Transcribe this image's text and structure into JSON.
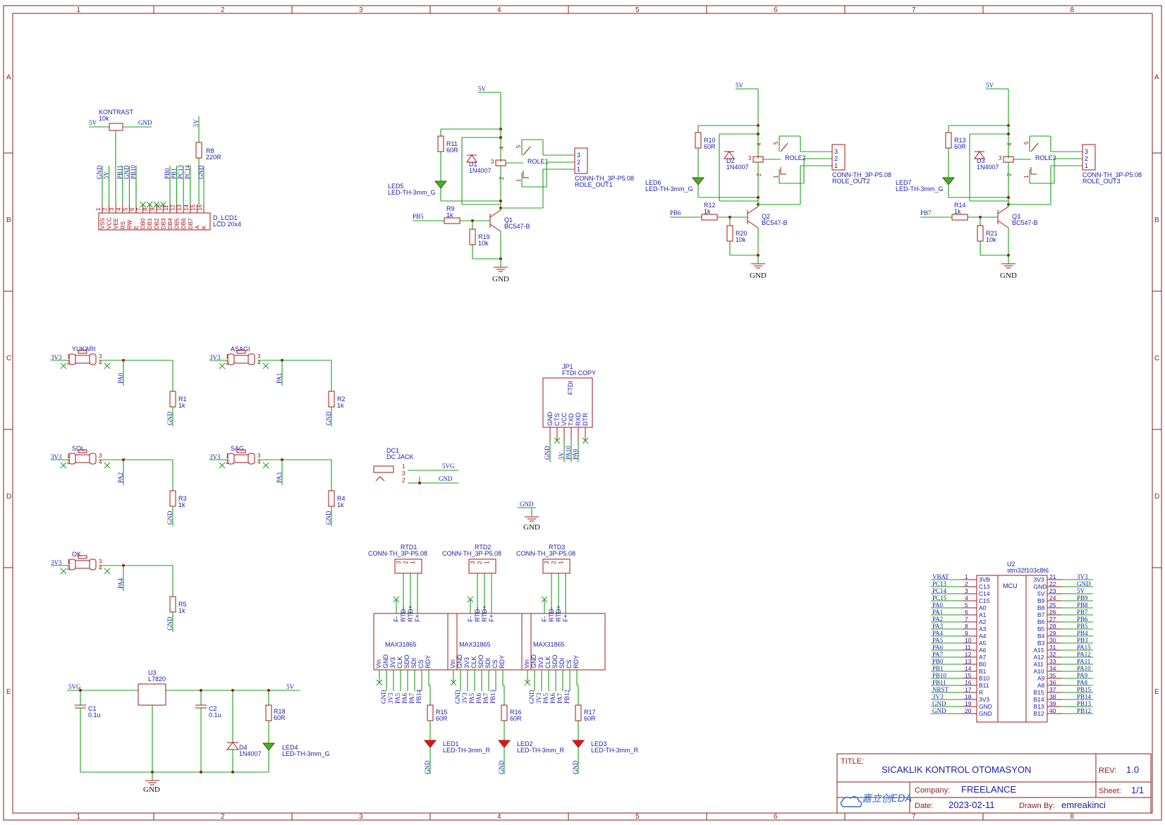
{
  "sheet": {
    "columns": [
      "1",
      "2",
      "3",
      "4",
      "5",
      "6",
      "7",
      "8"
    ],
    "rows": [
      "A",
      "B",
      "C",
      "D",
      "E"
    ]
  },
  "title_block": {
    "title_label": "TITLE:",
    "title": "SICAKLIK KONTROL OTOMASYON",
    "rev_label": "REV:",
    "rev": "1.0",
    "company_label": "Company:",
    "company": "FREELANCE",
    "sheet_label": "Sheet:",
    "sheet": "1/1",
    "date_label": "Date:",
    "date": "2023-02-11",
    "drawn_label": "Drawn By:",
    "drawn_by": "emreakinci",
    "logo": "嘉立创EDA"
  },
  "nets": {
    "v5": "5V",
    "v5g": "5VG",
    "v3": "3V3",
    "gnd": "GND"
  },
  "lcd": {
    "kontrast_name": "KONTRAST",
    "kontrast_val": "10k",
    "r8_name": "R8",
    "r8_val": "220R",
    "name": "D_LCD1",
    "part": "LCD 20x4",
    "pins": [
      "VSS",
      "VCC",
      "VEE",
      "RS",
      "RW",
      "E",
      "DB0",
      "DB1",
      "DB2",
      "DB3",
      "DB4",
      "DB5",
      "DB6",
      "DB7",
      "A",
      "K"
    ],
    "nets": [
      "GND",
      "5V",
      "",
      "PB11",
      "GND",
      "PB10",
      "",
      "",
      "",
      "",
      "PB0",
      "PB1",
      "PC13",
      "PC14",
      "",
      "GND"
    ]
  },
  "relays": [
    {
      "r_top": "R11",
      "r_top_val": "60R",
      "d": "D1",
      "d_part": "1N4007",
      "led": "LED5",
      "led_part": "LED-TH-3mm_G",
      "rly": "ROLE1",
      "rb": "R9",
      "rb_val": "1k",
      "rb_net": "PB5",
      "rpd": "R19",
      "rpd_val": "10k",
      "q": "Q1",
      "q_part": "BC547-B",
      "conn": "CONN-TH_3P-P5.08",
      "out": "ROLE_OUT1"
    },
    {
      "r_top": "R10",
      "r_top_val": "60R",
      "d": "D2",
      "d_part": "1N4007",
      "led": "LED6",
      "led_part": "LED-TH-3mm_G",
      "rly": "ROLE2",
      "rb": "R12",
      "rb_val": "1k",
      "rb_net": "PB6",
      "rpd": "R20",
      "rpd_val": "10k",
      "q": "Q2",
      "q_part": "BC547-B",
      "conn": "CONN-TH_3P-P5.08",
      "out": "ROLE_OUT2"
    },
    {
      "r_top": "R13",
      "r_top_val": "60R",
      "d": "D3",
      "d_part": "1N4007",
      "led": "LED7",
      "led_part": "LED-TH-3mm_G",
      "rly": "ROLE3",
      "rb": "R14",
      "rb_val": "1k",
      "rb_net": "PB7",
      "rpd": "R21",
      "rpd_val": "10k",
      "q": "Q3",
      "q_part": "BC547-B",
      "conn": "CONN-TH_3P-P5.08",
      "out": "ROLE_OUT3"
    }
  ],
  "buttons": [
    {
      "name": "YUKARI",
      "net": "PA0",
      "r": "R1",
      "rv": "1k"
    },
    {
      "name": "ASAGI",
      "net": "PA1",
      "r": "R2",
      "rv": "1k"
    },
    {
      "name": "SOL",
      "net": "PA2",
      "r": "R3",
      "rv": "1k"
    },
    {
      "name": "SAG",
      "net": "PA3",
      "r": "R4",
      "rv": "1k"
    },
    {
      "name": "OK",
      "net": "PA4",
      "r": "R5",
      "rv": "1k"
    }
  ],
  "ftdi": {
    "name": "JP1",
    "part": "FTDI COPY",
    "label": "FTDI",
    "pins": [
      "GND",
      "CTS",
      "VCC",
      "TXD",
      "RXD",
      "DTR"
    ],
    "nets": [
      "GND",
      "",
      "5V",
      "PA10",
      "PA9",
      ""
    ]
  },
  "dc": {
    "name": "DC1",
    "part": "DC JACK",
    "net1": "5VG",
    "net2": "GND",
    "pins": [
      "1",
      "3",
      "2"
    ]
  },
  "rtd": [
    {
      "name": "RTD1",
      "conn": "CONN-TH_3P-P5.08",
      "chip": "MAX31865",
      "cs": "PB14",
      "r": "R15",
      "rv": "60R",
      "led": "LED1",
      "lp": "LED-TH-3mm_R"
    },
    {
      "name": "RTD2",
      "conn": "CONN-TH_3P-P5.08",
      "chip": "MAX31865",
      "cs": "PB13",
      "r": "R16",
      "rv": "60R",
      "led": "LED2",
      "lp": "LED-TH-3mm_R"
    },
    {
      "name": "RTD3",
      "conn": "CONN-TH_3P-P5.08",
      "chip": "MAX31865",
      "cs": "PB12",
      "r": "R17",
      "rv": "60R",
      "led": "LED3",
      "lp": "LED-TH-3mm_R"
    }
  ],
  "rtd_top_pins": [
    "F-",
    "RTD-",
    "RTD+",
    "F+"
  ],
  "rtd_bot_pins": [
    "Vin",
    "GND",
    "3V3",
    "CLK",
    "SDO",
    "SDI",
    "CS",
    "RDY"
  ],
  "rtd_bot_nets": [
    "GND",
    "3V3",
    "PA5",
    "PA6",
    "PA7"
  ],
  "psu": {
    "u": "U3",
    "u_part": "L7820",
    "c1": "C1",
    "c1v": "0.1u",
    "c2": "C2",
    "c2v": "0.1u",
    "d": "D4",
    "dp": "1N4007",
    "r": "R18",
    "rv": "60R",
    "led": "LED4",
    "lp": "LED-TH-3mm_G"
  },
  "mcu": {
    "name": "U2",
    "part": "stm32f103c8t6",
    "label": "MCU",
    "left": [
      [
        "VBAT",
        "1",
        "3VB"
      ],
      [
        "PC13",
        "2",
        "C13"
      ],
      [
        "PC14",
        "3",
        "C14"
      ],
      [
        "PC15",
        "4",
        "C15"
      ],
      [
        "PA0",
        "5",
        "A0"
      ],
      [
        "PA1",
        "6",
        "A1"
      ],
      [
        "PA2",
        "7",
        "A2"
      ],
      [
        "PA3",
        "8",
        "A3"
      ],
      [
        "PA4",
        "9",
        "A4"
      ],
      [
        "PA5",
        "10",
        "A5"
      ],
      [
        "PA6",
        "11",
        "A6"
      ],
      [
        "PA7",
        "12",
        "A7"
      ],
      [
        "PB0",
        "13",
        "B0"
      ],
      [
        "PB1",
        "14",
        "B1"
      ],
      [
        "PB10",
        "15",
        "B10"
      ],
      [
        "PB11",
        "16",
        "B11"
      ],
      [
        "NRST",
        "17",
        "R"
      ],
      [
        "3V3",
        "18",
        "3V3"
      ],
      [
        "GND",
        "19",
        "GND"
      ],
      [
        "GND",
        "20",
        "GND"
      ]
    ],
    "right": [
      [
        "3V3",
        "21",
        "3V3"
      ],
      [
        "GND",
        "22",
        "GND"
      ],
      [
        "5V",
        "23",
        "5V"
      ],
      [
        "PB9",
        "24",
        "B9"
      ],
      [
        "PB8",
        "25",
        "B8"
      ],
      [
        "PB7",
        "26",
        "B7"
      ],
      [
        "PB6",
        "27",
        "B6"
      ],
      [
        "PB5",
        "28",
        "B5"
      ],
      [
        "PB4",
        "29",
        "B4"
      ],
      [
        "PB3",
        "30",
        "B3"
      ],
      [
        "PA15",
        "31",
        "A15"
      ],
      [
        "PA12",
        "32",
        "A12"
      ],
      [
        "PA11",
        "33",
        "A11"
      ],
      [
        "PA10",
        "34",
        "A10"
      ],
      [
        "PA9",
        "35",
        "A9"
      ],
      [
        "PA8",
        "36",
        "A8"
      ],
      [
        "PB15",
        "37",
        "B15"
      ],
      [
        "PB14",
        "38",
        "B14"
      ],
      [
        "PB13",
        "39",
        "B13"
      ],
      [
        "PB12",
        "40",
        "B12"
      ]
    ]
  }
}
